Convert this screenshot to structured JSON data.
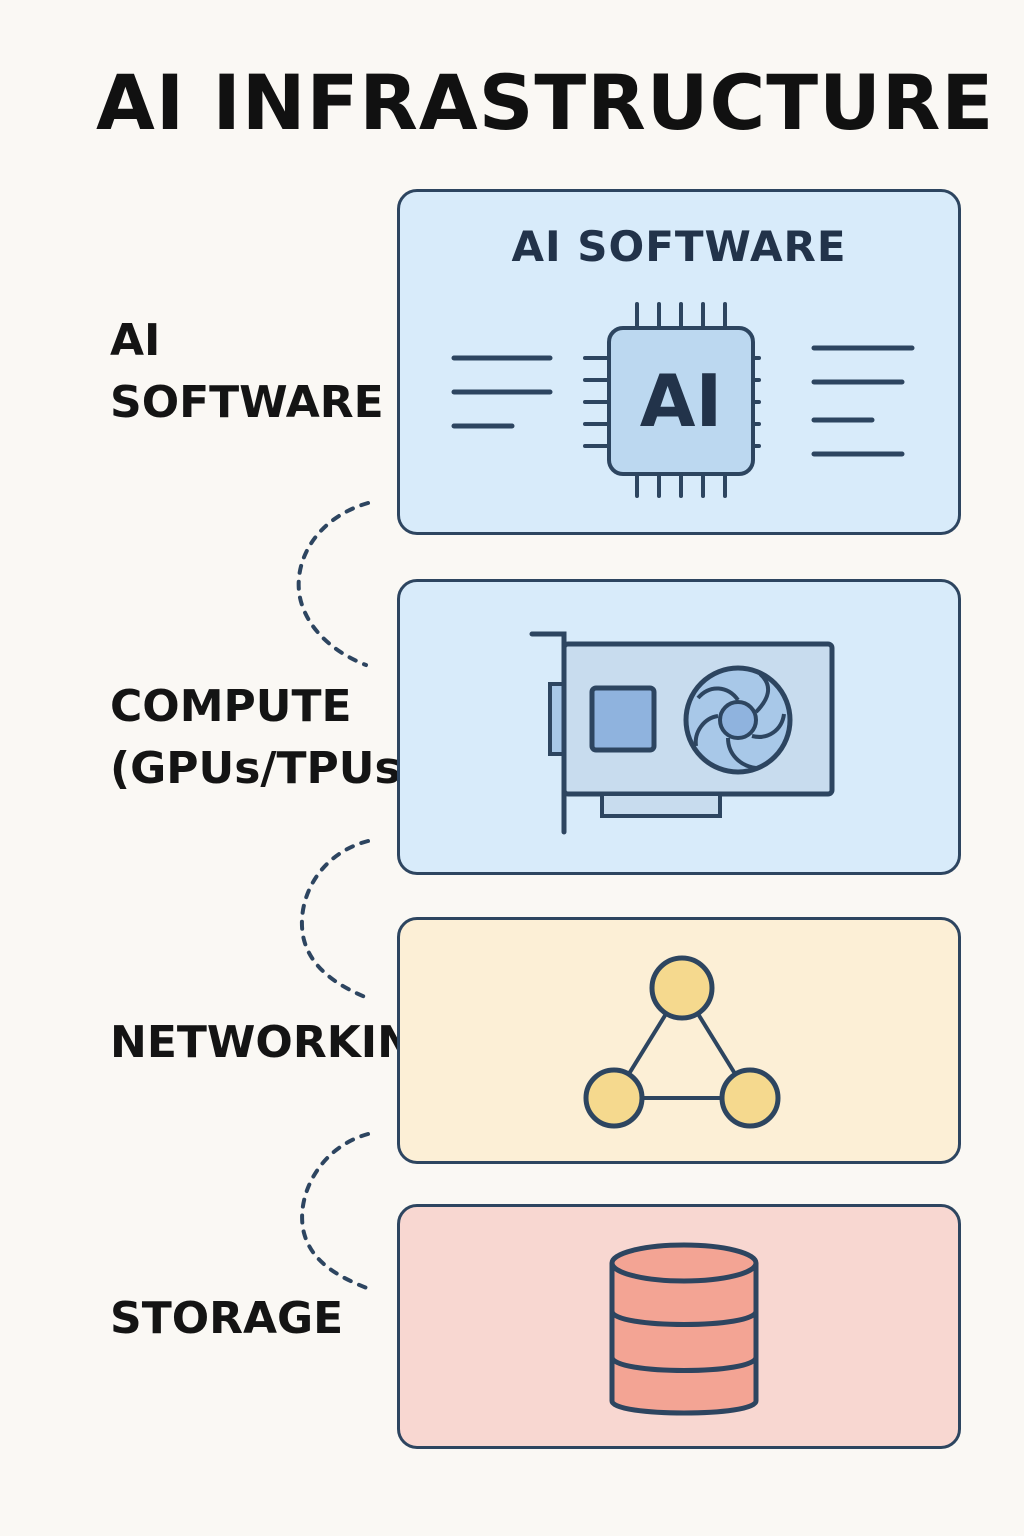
{
  "title": "AI INFRASTRUCTURE",
  "layers": {
    "software": {
      "label_line1": "AI",
      "label_line2": "SOFTWARE",
      "panel_title": "AI SOFTWARE",
      "chip_text": "AI",
      "icon": "ai-chip-icon",
      "fill": "#d8ebfa"
    },
    "compute": {
      "label_line1": "COMPUTE",
      "label_line2": "(GPUs/TPUs)",
      "icon": "gpu-card-icon",
      "fill": "#d8ebfa"
    },
    "networking": {
      "label_line1": "NETWORKING",
      "icon": "network-nodes-icon",
      "fill": "#fcefd6"
    },
    "storage": {
      "label_line1": "STORAGE",
      "icon": "database-icon",
      "fill": "#f8d7d1"
    }
  },
  "colors": {
    "outline": "#2d4560",
    "background": "#faf8f4",
    "connector": "#2d4560"
  }
}
